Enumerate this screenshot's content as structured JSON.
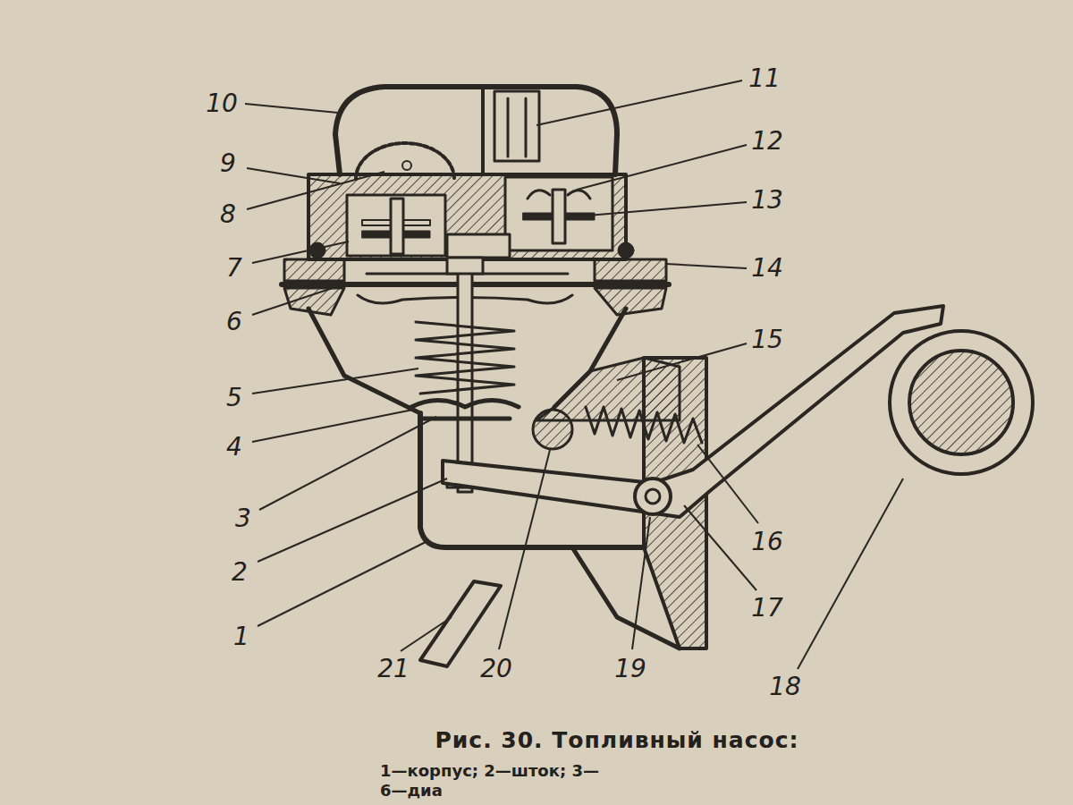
{
  "diagram": {
    "caption": "Рис. 30. Топливный насос:",
    "labels": [
      "10",
      "11",
      "9",
      "12",
      "8",
      "13",
      "7",
      "14",
      "6",
      "15",
      "5",
      "4",
      "3",
      "16",
      "2",
      "17",
      "1",
      "21",
      "20",
      "19",
      "18",
      "1—корпус; 2—шток; 3—",
      "6—диа"
    ]
  }
}
